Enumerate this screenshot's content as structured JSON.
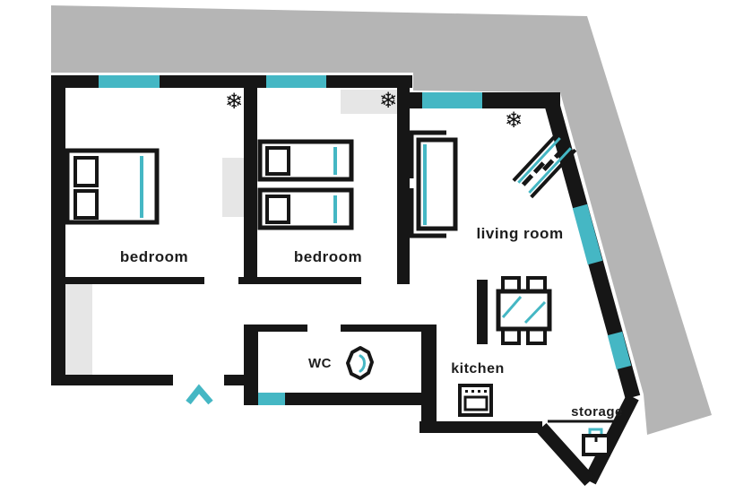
{
  "type": "apartment-floor-plan",
  "rooms": {
    "bedroom1": {
      "label": "bedroom",
      "features": [
        "double-bed",
        "air-conditioner",
        "window",
        "wardrobe"
      ]
    },
    "bedroom2": {
      "label": "bedroom",
      "features": [
        "single-bed",
        "single-bed",
        "air-conditioner",
        "window"
      ]
    },
    "living_room": {
      "label": "living room",
      "features": [
        "sofa",
        "radiator",
        "air-conditioner",
        "windows"
      ]
    },
    "wc": {
      "label": "WC",
      "features": [
        "toilet",
        "window"
      ]
    },
    "kitchen": {
      "label": "kitchen",
      "features": [
        "stove",
        "dining-table",
        "chairs",
        "bench"
      ]
    },
    "storage": {
      "label": "storage",
      "features": [
        "suitcase"
      ]
    },
    "hall": {
      "label": "",
      "features": [
        "entrance",
        "wardrobe"
      ]
    }
  },
  "glyphs": {
    "snowflake": "❄"
  },
  "markers": {
    "entrance": "entrance-chevron"
  },
  "colors": {
    "wall": "#161616",
    "window": "#45b7c4",
    "accent": "#45b7c4",
    "outside": "#b5b5b5",
    "shade": "#e6e6e6",
    "text": "#1d1d1d",
    "background": "#ffffff"
  }
}
